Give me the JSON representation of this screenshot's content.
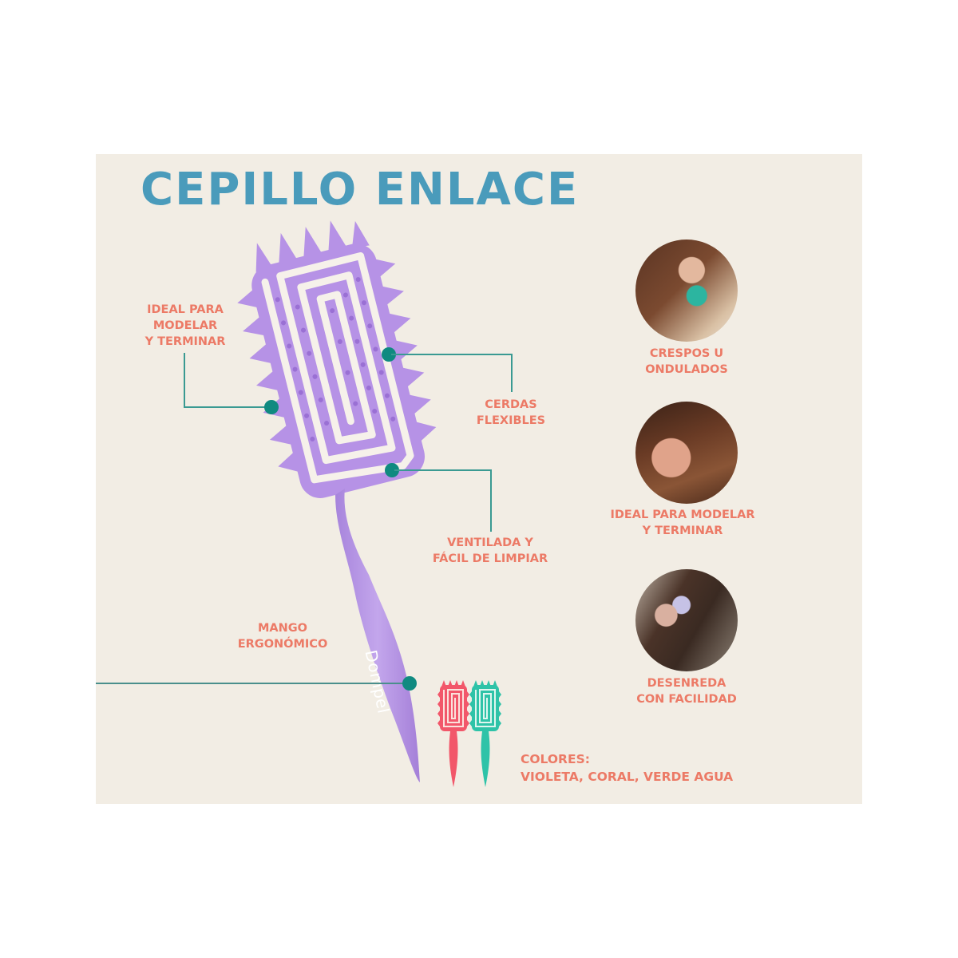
{
  "title": "CEPILLO ENLACE",
  "brand": "Dompel",
  "colors": {
    "background_panel": "#f2ede4",
    "title": "#4a9bbb",
    "label_text": "#ec7a66",
    "callout_line": "#3a9a92",
    "callout_dot": "#108a80",
    "brush_violet": "#b08ee0",
    "brush_coral": "#f2576a",
    "brush_aqua": "#2ec3a8"
  },
  "callouts": [
    {
      "id": "ideal-modelar",
      "lines": [
        "IDEAL PARA",
        "MODELAR",
        "Y TERMINAR"
      ]
    },
    {
      "id": "cerdas",
      "lines": [
        "CERDAS",
        "FLEXIBLES"
      ]
    },
    {
      "id": "ventilada",
      "lines": [
        "VENTILADA Y",
        "FÁCIL DE LIMPIAR"
      ]
    },
    {
      "id": "mango",
      "lines": [
        "MANGO",
        "ERGONÓMICO"
      ]
    }
  ],
  "features": [
    {
      "image": "woman-holding-teal-brush-photo",
      "lines": [
        "CRESPOS U",
        "ONDULADOS"
      ]
    },
    {
      "image": "smiling-curly-hair-woman-photo",
      "lines": [
        "IDEAL PARA MODELAR",
        "Y TERMINAR"
      ]
    },
    {
      "image": "brushing-long-hair-photo",
      "lines": [
        "DESENREDA",
        "CON FACILIDAD"
      ]
    }
  ],
  "colors_info": {
    "heading": "COLORES:",
    "list": "VIOLETA, CORAL, VERDE AGUA"
  }
}
